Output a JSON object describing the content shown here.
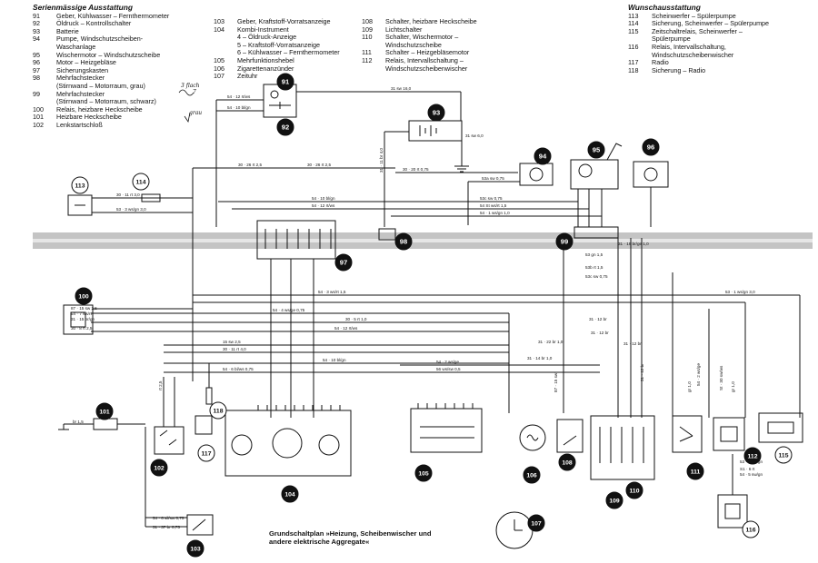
{
  "legend_left": {
    "title": "Serienmässige Ausstattung",
    "items": [
      {
        "num": "91",
        "text": "Geber, Kühlwasser – Fernthermometer"
      },
      {
        "num": "92",
        "text": "Öldruck – Kontrollschalter"
      },
      {
        "num": "93",
        "text": "Batterie"
      },
      {
        "num": "94",
        "text": "Pumpe, Windschutzscheiben-"
      },
      {
        "num": "",
        "text": "Waschanlage"
      },
      {
        "num": "95",
        "text": "Wischermotor – Windschutzscheibe"
      },
      {
        "num": "96",
        "text": "Motor – Heizgebläse"
      },
      {
        "num": "97",
        "text": "Sicherungskasten"
      },
      {
        "num": "98",
        "text": "Mehrfachstecker"
      },
      {
        "num": "",
        "text": "(Stirnwand – Motorraum, grau)"
      },
      {
        "num": "99",
        "text": "Mehrfachstecker"
      },
      {
        "num": "",
        "text": "(Stirnwand – Motorraum, schwarz)"
      },
      {
        "num": "100",
        "text": "Relais, heizbare Heckscheibe"
      },
      {
        "num": "101",
        "text": "Heizbare Heckscheibe"
      },
      {
        "num": "102",
        "text": "Lenkstartschloß"
      }
    ]
  },
  "legend_mid": {
    "items": [
      {
        "num": "103",
        "text": "Geber, Kraftstoff-Vorratsanzeige"
      },
      {
        "num": "104",
        "text": "Kombi-Instrument"
      },
      {
        "num": "",
        "text": "4 – Öldruck-Anzeige"
      },
      {
        "num": "",
        "text": "5 – Kraftstoff-Vorratsanzeige"
      },
      {
        "num": "",
        "text": "6 – Kühlwasser – Fernthermometer"
      },
      {
        "num": "105",
        "text": "Mehrfunktionshebel"
      },
      {
        "num": "106",
        "text": "Zigarettenanzünder"
      },
      {
        "num": "107",
        "text": "Zeituhr"
      }
    ]
  },
  "legend_mid2": {
    "items": [
      {
        "num": "108",
        "text": "Schalter, heizbare Heckscheibe"
      },
      {
        "num": "109",
        "text": "Lichtschalter"
      },
      {
        "num": "110",
        "text": "Schalter, Wischermotor –"
      },
      {
        "num": "",
        "text": "Windschutzscheibe"
      },
      {
        "num": "111",
        "text": "Schalter – Heizgebläsemotor"
      },
      {
        "num": "112",
        "text": "Relais, Intervallschaltung –"
      },
      {
        "num": "",
        "text": "Windschutzscheibenwischer"
      }
    ]
  },
  "legend_right": {
    "title": "Wunschausstattung",
    "items": [
      {
        "num": "113",
        "text": "Scheinwerfer – Spülerpumpe"
      },
      {
        "num": "114",
        "text": "Sicherung, Scheinwerfer – Spülerpumpe"
      },
      {
        "num": "115",
        "text": "Zeitschaltrelais, Scheinwerfer –"
      },
      {
        "num": "",
        "text": "Spülerpumpe"
      },
      {
        "num": "116",
        "text": "Relais, Intervallschaltung,"
      },
      {
        "num": "",
        "text": "Windschutzscheibenwischer"
      },
      {
        "num": "117",
        "text": "Radio"
      },
      {
        "num": "118",
        "text": "Sicherung – Radio"
      }
    ]
  },
  "annotations": {
    "handwritten_1": "3 flach",
    "handwritten_2": "7",
    "handwritten_3": "grau"
  },
  "callouts": [
    {
      "id": "c91",
      "label": "91"
    },
    {
      "id": "c92",
      "label": "92"
    },
    {
      "id": "c93",
      "label": "93"
    },
    {
      "id": "c94",
      "label": "94"
    },
    {
      "id": "c95",
      "label": "95"
    },
    {
      "id": "c96",
      "label": "96"
    },
    {
      "id": "c97",
      "label": "97"
    },
    {
      "id": "c98",
      "label": "98"
    },
    {
      "id": "c99",
      "label": "99"
    },
    {
      "id": "c100",
      "label": "100"
    },
    {
      "id": "c101",
      "label": "101"
    },
    {
      "id": "c102",
      "label": "102"
    },
    {
      "id": "c103",
      "label": "103"
    },
    {
      "id": "c104",
      "label": "104"
    },
    {
      "id": "c105",
      "label": "105"
    },
    {
      "id": "c106",
      "label": "106"
    },
    {
      "id": "c107",
      "label": "107"
    },
    {
      "id": "c108",
      "label": "108"
    },
    {
      "id": "c109",
      "label": "109"
    },
    {
      "id": "c110",
      "label": "110"
    },
    {
      "id": "c111",
      "label": "111"
    },
    {
      "id": "c112",
      "label": "112"
    },
    {
      "id": "c113",
      "label": "113"
    },
    {
      "id": "c114",
      "label": "114"
    },
    {
      "id": "c115",
      "label": "115"
    },
    {
      "id": "c116",
      "label": "116"
    },
    {
      "id": "c117",
      "label": "117"
    },
    {
      "id": "c118",
      "label": "118"
    }
  ],
  "wire_labels": {
    "w1": "31 sw 16,0",
    "w2": "54 · 12 rt/ws",
    "w3": "54 · 10 bl/gn",
    "w4": "30 · 26 rt 2,5",
    "w5": "30 · 26 rt 2,5",
    "w6": "30 · 11 rt 3,0",
    "w7": "53 · 3 ws/gn 3,0",
    "w8": "54 · 10 bl/gn",
    "w9": "54 · 12 rt/ws",
    "w10": "53c sw 0,75",
    "w11": "54 St ws/rt 1,5",
    "w12": "54 · 1 ws/gn 1,0",
    "w13": "30 · 20 rt 0,75",
    "w14": "53a sw 0,75",
    "w15": "31 sw 6,0",
    "w16": "31 · 11 br 4,0",
    "w17": "54 · 3 ws/rt 1,5",
    "w18": "54 · 4 ws/ge 0,75",
    "w19": "30 · 5 rt 1,0",
    "w20": "54 · 12 rt/ws",
    "w21": "15 sw 2,5",
    "w22": "30 · 11 rt 4,0",
    "w23": "54 · 10 bl/gn",
    "w24": "54 · 6 bl/ws 0,75",
    "w25": "53 · 1 ws/gn 3,0",
    "w26": "31 · 19 br/ge 1,0",
    "w27": "53 gn 1,5",
    "w28": "53b rt 1,5",
    "w29": "53c sw 0,75",
    "w30": "54 · 2 ws/ge",
    "w31": "56 ws/sw 0,5",
    "w32": "31 · 12 br",
    "w33": "31 · 22 br 1,0",
    "w34": "31 · 14 br 1,0",
    "w35": "87 · 15 sw",
    "w36": "br 1,5",
    "w37": "54 · 6 sil/sw 0,75",
    "w38": "31 · 37 br 0,75",
    "w39": "30 · 8 rt 2,5",
    "w40": "87 · 15 sw 2,5",
    "w41": "54 · 7 ws/rt",
    "w42": "31 · 15 br/gn",
    "w43": "31 · 12 br",
    "w44": "31 · 12 br",
    "w45": "31 · 12 br",
    "w46": "S1 · 6 rt",
    "w47": "54 · 5 sw/gn",
    "w48": "53 · 1 ws/gn",
    "w49": "54 · 2 ws/ge",
    "w50": "gr 1,0",
    "w51": "St · 30 sw/ws",
    "w52": "gr 1,0",
    "w53": "rt 2,5"
  },
  "caption": {
    "line1": "Grundschaltplan »Heizung, Scheibenwischer und",
    "line2": "andere elektrische Aggregate«"
  },
  "colors": {
    "ink": "#111111",
    "callout_fill": "#111111",
    "bulkhead": "#b8b8b8"
  }
}
